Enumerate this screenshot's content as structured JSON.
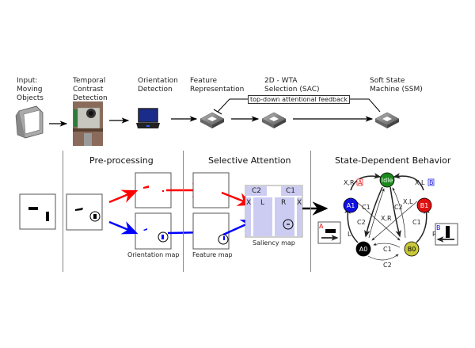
{
  "pipeline": {
    "stages": [
      {
        "id": "input",
        "label": "Input:\nMoving\nObjects",
        "icon": "crt-monitor-icon"
      },
      {
        "id": "tcd",
        "label": "Temporal\nContrast\nDetection",
        "icon": "camera-sensor-photo"
      },
      {
        "id": "orientation",
        "label": "Orientation\nDetection",
        "icon": "laptop-icon"
      },
      {
        "id": "feature",
        "label": "Feature\nRepresentation",
        "icon": "chip-icon"
      },
      {
        "id": "wta",
        "label": "2D - WTA\nSelection (SAC)",
        "icon": "chip-icon"
      },
      {
        "id": "ssm",
        "label": "Soft State\nMachine (SSM)",
        "icon": "chip-icon"
      }
    ],
    "feedback_label": "top-down attentional feedback"
  },
  "panels": {
    "preprocessing": {
      "title": "Pre-processing",
      "caption": "Orientation map"
    },
    "selective_attention": {
      "title": "Selective Attention",
      "feature_caption": "Feature map",
      "saliency_caption": "Saliency map",
      "saliency_labels": {
        "c2": "C2",
        "c1": "C1",
        "x_left": "X",
        "l": "L",
        "r": "R",
        "x_right": "X"
      }
    },
    "behavior": {
      "title": "State-Dependent Behavior"
    }
  },
  "state_machine": {
    "nodes": [
      {
        "id": "idle",
        "label": "Idle",
        "color": "#1a8a1a"
      },
      {
        "id": "a1",
        "label": "A1",
        "color": "#1010e0"
      },
      {
        "id": "b1",
        "label": "B1",
        "color": "#e01010"
      },
      {
        "id": "a0",
        "label": "A0",
        "color": "#000000"
      },
      {
        "id": "b0",
        "label": "B0",
        "color": "#c8c83a"
      }
    ],
    "edge_labels": {
      "a1_idle": "X,R",
      "b1_idle": "X,L",
      "idle_a0": "C1",
      "idle_b0": "C2",
      "a0_idle": "X,R",
      "b0_idle": "X,L",
      "a1_b0": "C2",
      "b1_a0": "C1",
      "a0_a1": "L",
      "b0_b1": "R",
      "b0_a0": "C1",
      "a0_b0": "C2"
    },
    "tag_a": "A",
    "tag_b": "B",
    "colors": {
      "tag_a": "#e01010",
      "tag_b": "#1010e0"
    }
  },
  "colors": {
    "red_path": "#ff0000",
    "blue_path": "#0000ff",
    "saliency_fill": "#ccccf2"
  }
}
